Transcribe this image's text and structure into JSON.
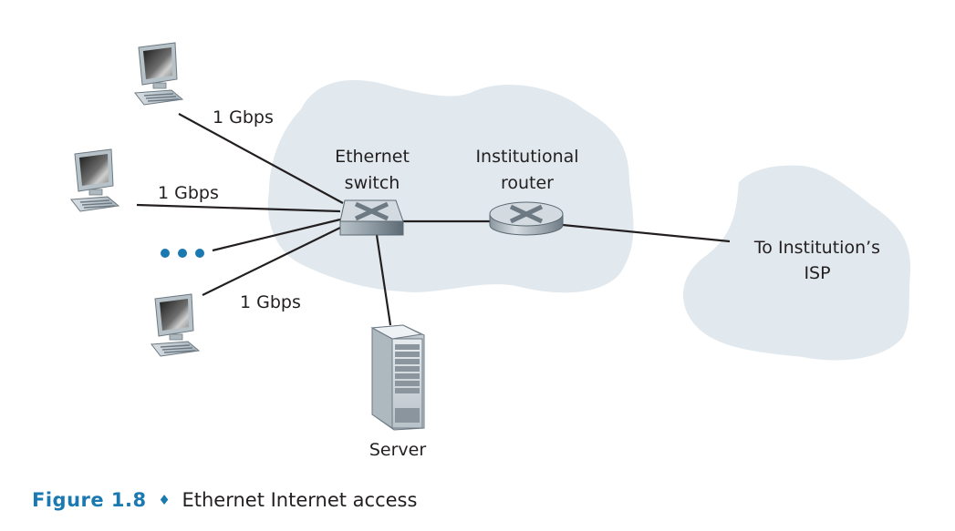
{
  "colors": {
    "cloud_fill": "#e1e9ef",
    "link_color": "#231f20",
    "ellipsis_color": "#1a79b0",
    "caption_accent": "#1a79b0",
    "text": "#231f20"
  },
  "nodes": {
    "switch": {
      "label_line1": "Ethernet",
      "label_line2": "switch",
      "icon": "ethernet-switch-icon"
    },
    "router": {
      "label_line1": "Institutional",
      "label_line2": "router",
      "icon": "router-icon"
    },
    "server": {
      "label": "Server",
      "icon": "server-icon"
    },
    "isp": {
      "label_line1": "To Institution’s",
      "label_line2": "ISP"
    },
    "hosts": [
      {
        "icon": "desktop-computer-icon",
        "link_label": "1 Gbps"
      },
      {
        "icon": "desktop-computer-icon",
        "link_label": "1 Gbps"
      },
      {
        "icon": "ellipsis-icon",
        "link_label": ""
      },
      {
        "icon": "desktop-computer-icon",
        "link_label": "1 Gbps"
      }
    ]
  },
  "caption": {
    "figure_number": "Figure 1.8",
    "separator": "♦",
    "title": "Ethernet Internet access"
  }
}
